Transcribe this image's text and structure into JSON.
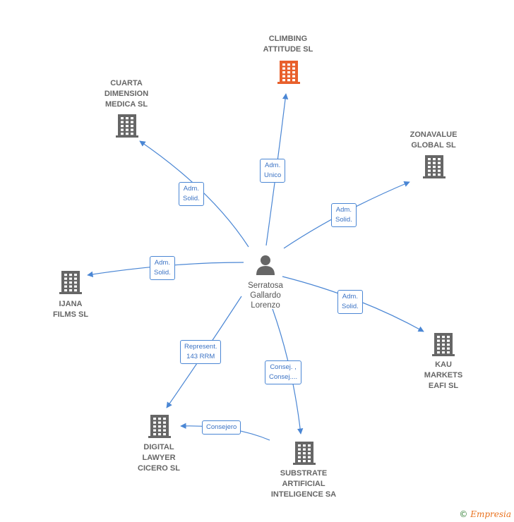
{
  "colors": {
    "edge": "#4a86d4",
    "company": "#666666",
    "focus": "#e8602c",
    "person": "#666666"
  },
  "person": {
    "label_lines": [
      "Serratosa",
      "Gallardo",
      "Lorenzo"
    ],
    "icon": "person-icon"
  },
  "companies": [
    {
      "id": "climbing",
      "lines": [
        "CLIMBING",
        "ATTITUDE  SL"
      ],
      "focus": true
    },
    {
      "id": "cuarta",
      "lines": [
        "CUARTA",
        "DIMENSION",
        "MEDICA SL"
      ]
    },
    {
      "id": "zonavalue",
      "lines": [
        "ZONAVALUE",
        "GLOBAL  SL"
      ]
    },
    {
      "id": "ijana",
      "lines": [
        "IJANA",
        "FILMS SL"
      ]
    },
    {
      "id": "kau",
      "lines": [
        "KAU",
        "MARKETS",
        "EAFI  SL"
      ]
    },
    {
      "id": "digital",
      "lines": [
        "DIGITAL",
        "LAWYER",
        "CICERO  SL"
      ]
    },
    {
      "id": "substrate",
      "lines": [
        "SUBSTRATE",
        "ARTIFICIAL",
        "INTELIGENCE SA"
      ]
    }
  ],
  "edges": [
    {
      "id": "e-climbing",
      "lines": [
        "Adm.",
        "Unico"
      ]
    },
    {
      "id": "e-cuarta",
      "lines": [
        "Adm.",
        "Solid."
      ]
    },
    {
      "id": "e-zonavalue",
      "lines": [
        "Adm.",
        "Solid."
      ]
    },
    {
      "id": "e-ijana",
      "lines": [
        "Adm.",
        "Solid."
      ]
    },
    {
      "id": "e-kau",
      "lines": [
        "Adm.",
        "Solid."
      ]
    },
    {
      "id": "e-digital",
      "lines": [
        "Represent.",
        "143 RRM"
      ]
    },
    {
      "id": "e-substrate",
      "lines": [
        "Consej. ,",
        "Consej...."
      ]
    },
    {
      "id": "e-consejero",
      "lines": [
        "Consejero"
      ]
    }
  ],
  "footer": {
    "copyright": "©",
    "brand": "Empresia"
  }
}
